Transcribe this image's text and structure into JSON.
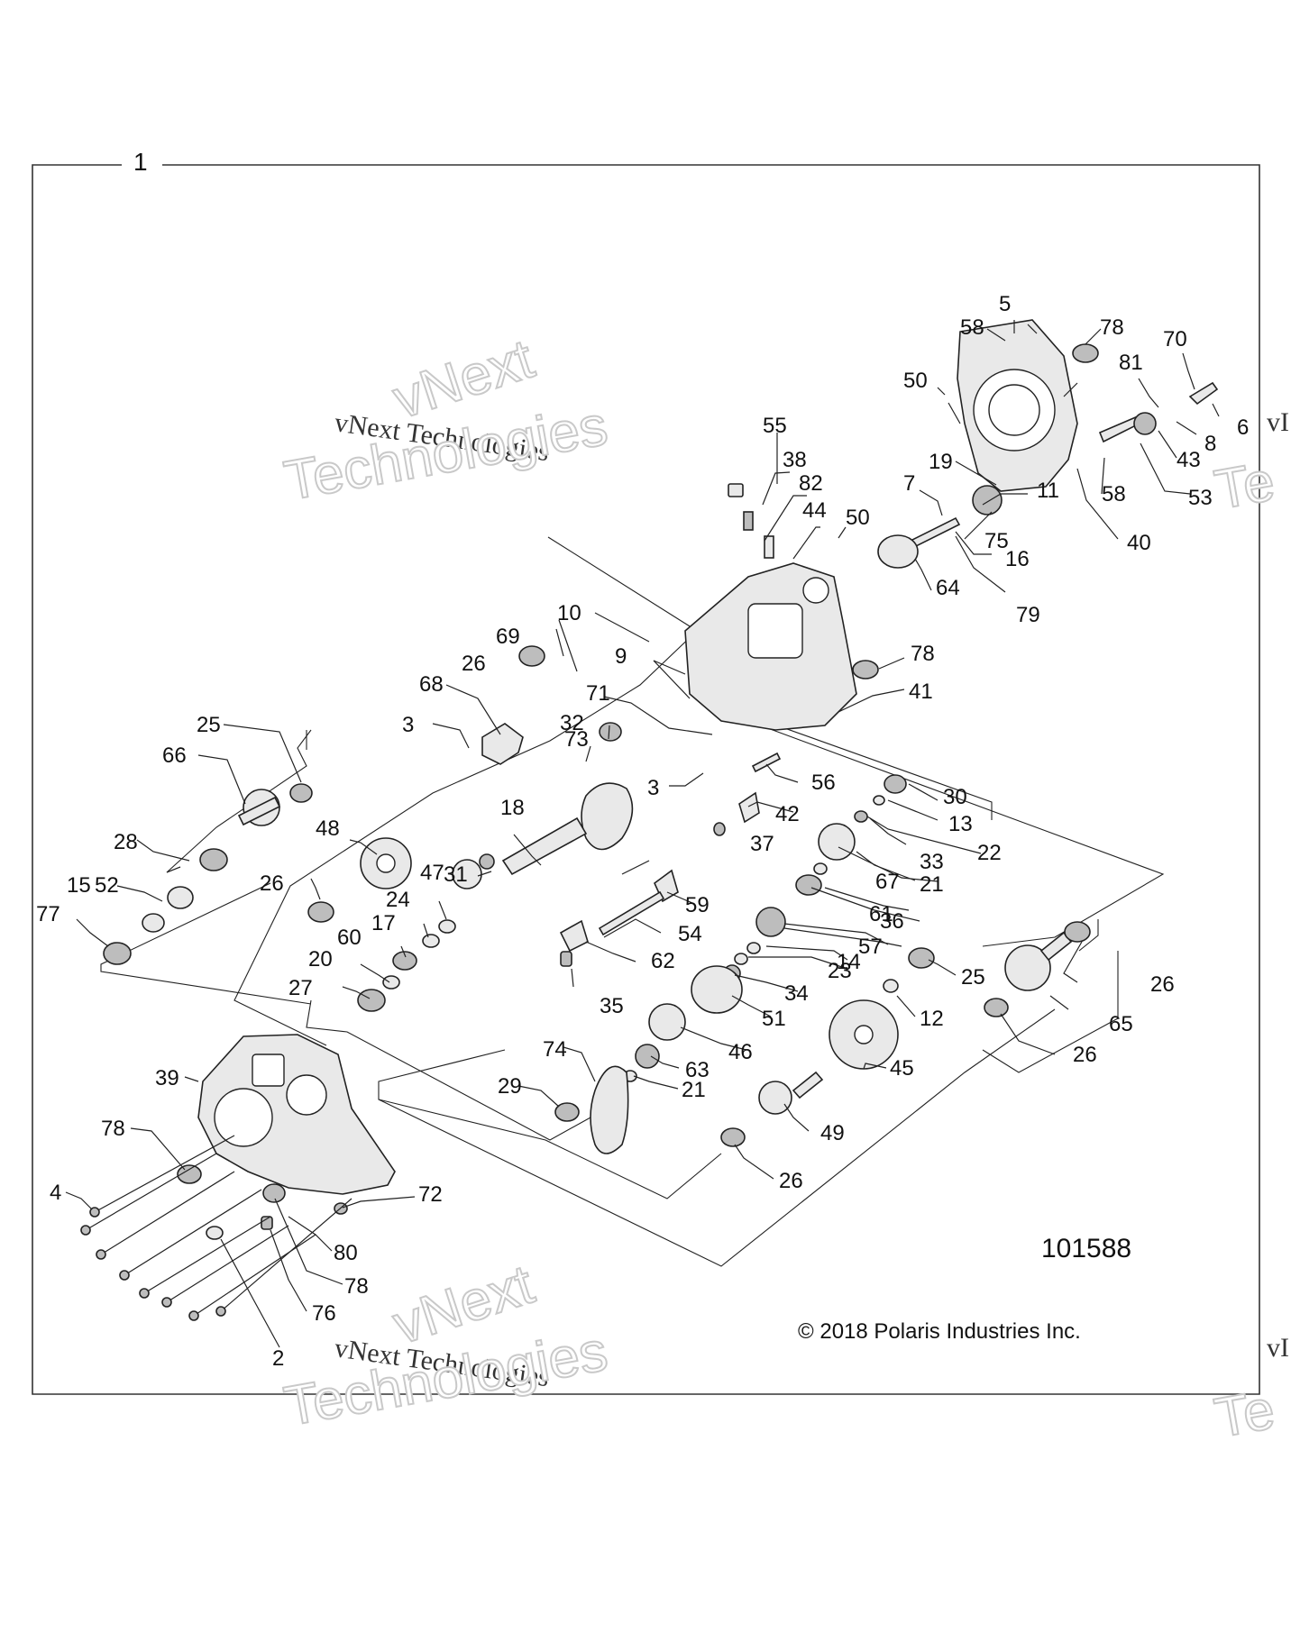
{
  "assembly_number": "1",
  "diagram_id": "101588",
  "copyright": "© 2018 Polaris Industries Inc.",
  "watermarks": {
    "line1": "vNext Technologies",
    "word_vnext": "vNext",
    "word_tech": "Technologies",
    "partial_v": "vI",
    "partial_te": "Te"
  },
  "callouts": [
    {
      "id": "c5",
      "label": "5"
    },
    {
      "id": "c58a",
      "label": "58"
    },
    {
      "id": "c78a",
      "label": "78"
    },
    {
      "id": "c70",
      "label": "70"
    },
    {
      "id": "c50a",
      "label": "50"
    },
    {
      "id": "c81",
      "label": "81"
    },
    {
      "id": "c6",
      "label": "6"
    },
    {
      "id": "c8",
      "label": "8"
    },
    {
      "id": "c43",
      "label": "43"
    },
    {
      "id": "c55",
      "label": "55"
    },
    {
      "id": "c38",
      "label": "38"
    },
    {
      "id": "c82",
      "label": "82"
    },
    {
      "id": "c44",
      "label": "44"
    },
    {
      "id": "c50b",
      "label": "50"
    },
    {
      "id": "c19",
      "label": "19"
    },
    {
      "id": "c7",
      "label": "7"
    },
    {
      "id": "c11",
      "label": "11"
    },
    {
      "id": "c58b",
      "label": "58"
    },
    {
      "id": "c53",
      "label": "53"
    },
    {
      "id": "c75",
      "label": "75"
    },
    {
      "id": "c40",
      "label": "40"
    },
    {
      "id": "c16",
      "label": "16"
    },
    {
      "id": "c64",
      "label": "64"
    },
    {
      "id": "c79",
      "label": "79"
    },
    {
      "id": "c10",
      "label": "10"
    },
    {
      "id": "c69",
      "label": "69"
    },
    {
      "id": "c9",
      "label": "9"
    },
    {
      "id": "c26a",
      "label": "26"
    },
    {
      "id": "c78b",
      "label": "78"
    },
    {
      "id": "c41",
      "label": "41"
    },
    {
      "id": "c68",
      "label": "68"
    },
    {
      "id": "c71",
      "label": "71"
    },
    {
      "id": "c25a",
      "label": "25"
    },
    {
      "id": "c3a",
      "label": "3"
    },
    {
      "id": "c32",
      "label": "32"
    },
    {
      "id": "c73",
      "label": "73"
    },
    {
      "id": "c66",
      "label": "66"
    },
    {
      "id": "c3b",
      "label": "3"
    },
    {
      "id": "c56",
      "label": "56"
    },
    {
      "id": "c30",
      "label": "30"
    },
    {
      "id": "c42",
      "label": "42"
    },
    {
      "id": "c13",
      "label": "13"
    },
    {
      "id": "c28",
      "label": "28"
    },
    {
      "id": "c18",
      "label": "18"
    },
    {
      "id": "c48",
      "label": "48"
    },
    {
      "id": "c37",
      "label": "37"
    },
    {
      "id": "c22",
      "label": "22"
    },
    {
      "id": "c33",
      "label": "33"
    },
    {
      "id": "c31",
      "label": "31"
    },
    {
      "id": "c67",
      "label": "67"
    },
    {
      "id": "c21a",
      "label": "21"
    },
    {
      "id": "c52",
      "label": "52"
    },
    {
      "id": "c15",
      "label": "15"
    },
    {
      "id": "c26b",
      "label": "26"
    },
    {
      "id": "c47",
      "label": "47"
    },
    {
      "id": "c59",
      "label": "59"
    },
    {
      "id": "c61",
      "label": "61"
    },
    {
      "id": "c24",
      "label": "24"
    },
    {
      "id": "c77",
      "label": "77"
    },
    {
      "id": "c36",
      "label": "36"
    },
    {
      "id": "c17",
      "label": "17"
    },
    {
      "id": "c54",
      "label": "54"
    },
    {
      "id": "c57",
      "label": "57"
    },
    {
      "id": "c60",
      "label": "60"
    },
    {
      "id": "c14",
      "label": "14"
    },
    {
      "id": "c62",
      "label": "62"
    },
    {
      "id": "c20",
      "label": "20"
    },
    {
      "id": "c23",
      "label": "23"
    },
    {
      "id": "c25b",
      "label": "25"
    },
    {
      "id": "c26c",
      "label": "26"
    },
    {
      "id": "c27",
      "label": "27"
    },
    {
      "id": "c34",
      "label": "34"
    },
    {
      "id": "c35",
      "label": "35"
    },
    {
      "id": "c12",
      "label": "12"
    },
    {
      "id": "c51",
      "label": "51"
    },
    {
      "id": "c65",
      "label": "65"
    },
    {
      "id": "c46",
      "label": "46"
    },
    {
      "id": "c26d",
      "label": "26"
    },
    {
      "id": "c74",
      "label": "74"
    },
    {
      "id": "c45",
      "label": "45"
    },
    {
      "id": "c39",
      "label": "39"
    },
    {
      "id": "c63",
      "label": "63"
    },
    {
      "id": "c29",
      "label": "29"
    },
    {
      "id": "c21b",
      "label": "21"
    },
    {
      "id": "c78c",
      "label": "78"
    },
    {
      "id": "c49",
      "label": "49"
    },
    {
      "id": "c4",
      "label": "4"
    },
    {
      "id": "c26e",
      "label": "26"
    },
    {
      "id": "c72",
      "label": "72"
    },
    {
      "id": "c80",
      "label": "80"
    },
    {
      "id": "c78d",
      "label": "78"
    },
    {
      "id": "c76",
      "label": "76"
    },
    {
      "id": "c2",
      "label": "2"
    }
  ]
}
